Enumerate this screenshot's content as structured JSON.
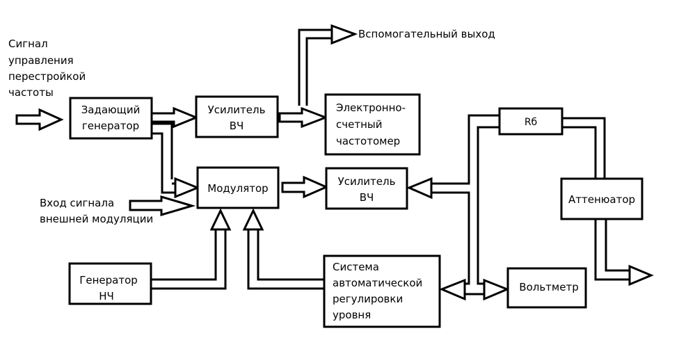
{
  "labels": {
    "control_signal": [
      "Сигнал",
      "управления",
      "перестройкой",
      "частоты"
    ],
    "auxiliary_output": "Вспомогательный выход",
    "external_modulation": [
      "Вход сигнала",
      "внешней модуляции"
    ]
  },
  "blocks": {
    "master_oscillator": [
      "Задающий",
      "генератор"
    ],
    "rf_amplifier_1": [
      "Усилитель",
      "ВЧ"
    ],
    "frequency_counter": [
      "Электронно-",
      "счетный",
      "частотомер"
    ],
    "modulator": "Модулятор",
    "rf_amplifier_2": [
      "Усилитель",
      "ВЧ"
    ],
    "lf_generator": [
      "Генератор",
      "НЧ"
    ],
    "agc_system": [
      "Система",
      "автоматической",
      "регулировки",
      "уровня"
    ],
    "resistor": "Rб",
    "attenuator": "Аттенюатор",
    "voltmeter": "Вольтметр"
  }
}
